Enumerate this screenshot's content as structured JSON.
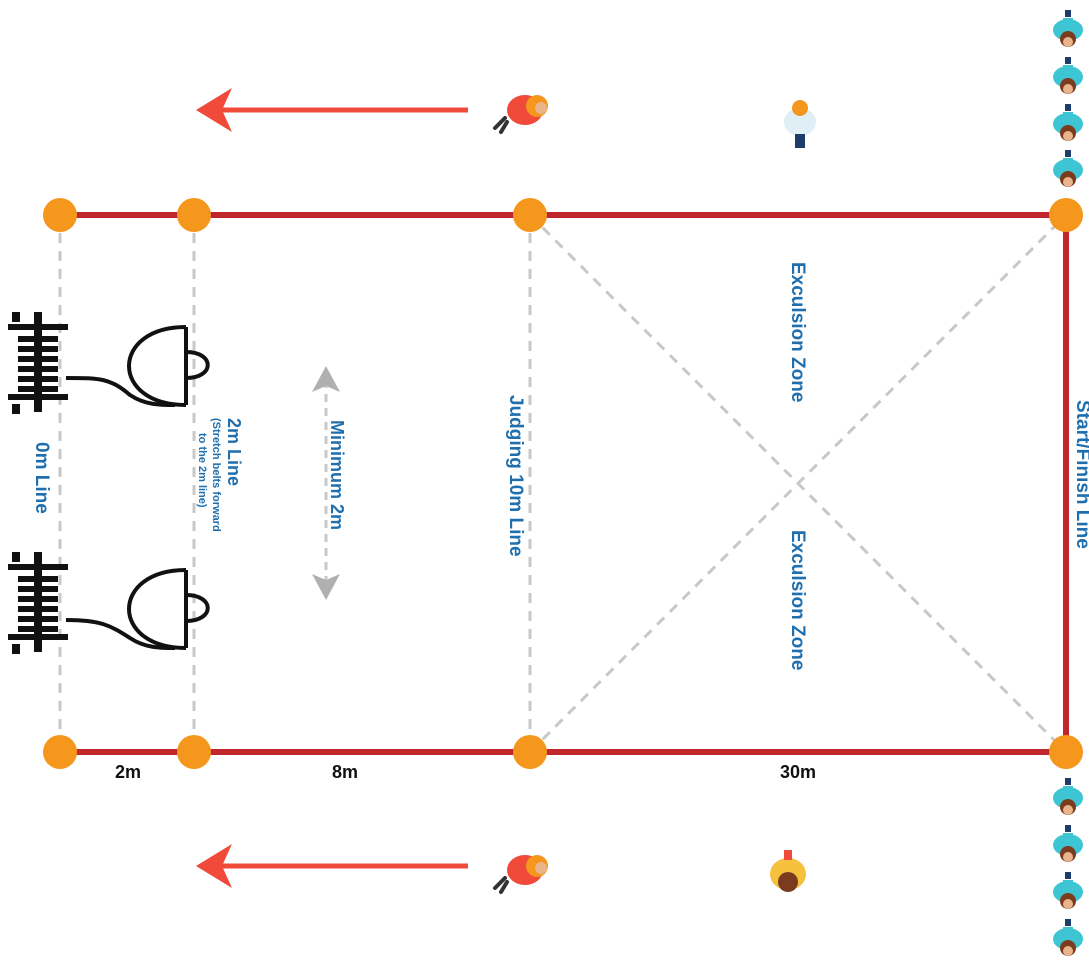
{
  "labels": {
    "start_finish": "Start/Finish Line",
    "exclusion_zone_top": "Exculsion Zone",
    "exclusion_zone_bottom": "Exculsion Zone",
    "judging_line": "Judging 10m Line",
    "minimum_gap": "Minimum 2m",
    "line_2m": "2m Line",
    "line_2m_note_1": "(Stretch belts forward",
    "line_2m_note_2": "to the 2m line)",
    "line_0m": "0m Line"
  },
  "distances": {
    "seg_2m": "2m",
    "seg_8m": "8m",
    "seg_30m": "30m"
  },
  "colors": {
    "boundary": "#c0272d",
    "cone": "#f5961d",
    "guide_line": "#c8c8c8",
    "direction_arrow": "#ef4a3a",
    "label_blue": "#1f6fae",
    "competitor_shirt": "#3ec5d3",
    "judge_shirt": "#ef4a3a"
  },
  "icons": {
    "cone": "cone-icon",
    "belt_anchor": "belt-anchor-icon",
    "harness": "harness-icon",
    "competitor": "competitor-icon",
    "judge": "judge-icon",
    "official": "official-icon",
    "direction_arrow": "direction-arrow-icon"
  }
}
